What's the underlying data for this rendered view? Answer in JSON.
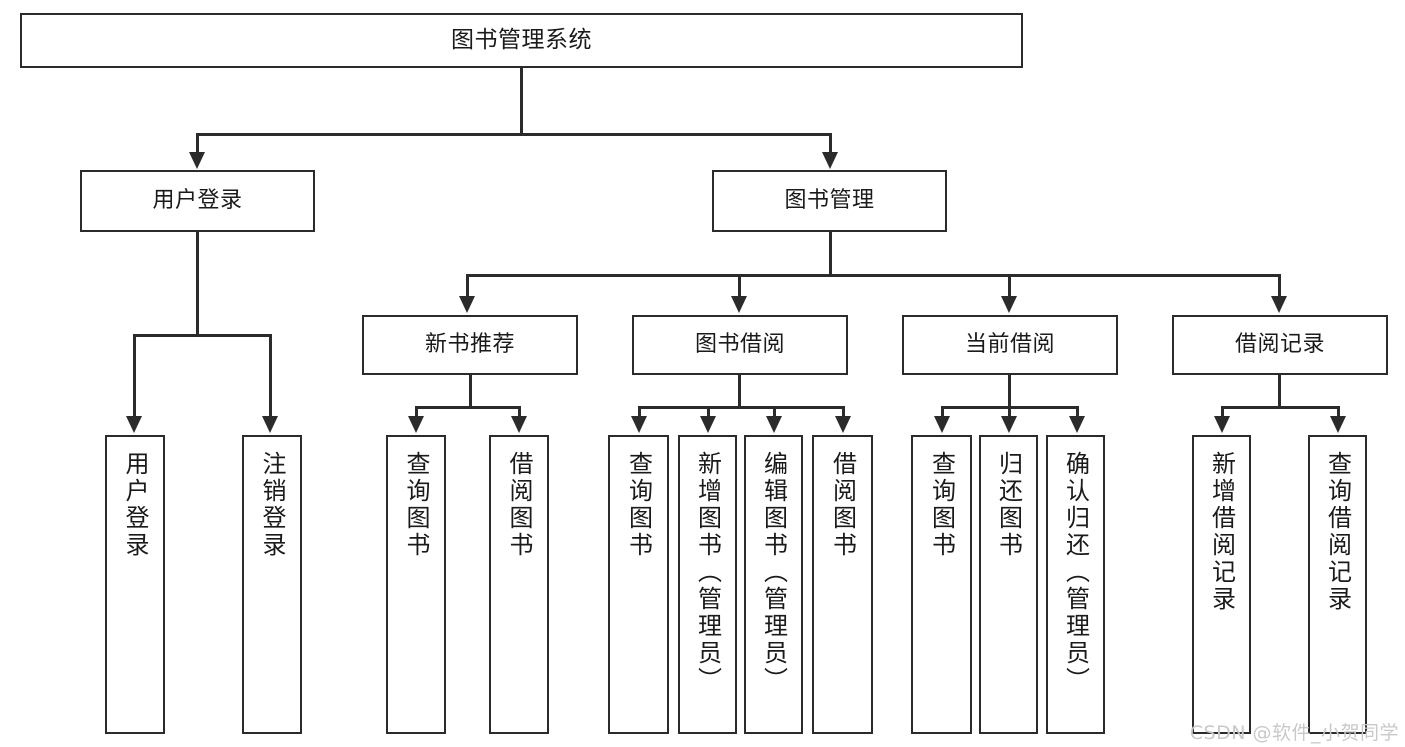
{
  "diagram": {
    "title": "图书管理系统",
    "type": "tree",
    "watermark": "CSDN @软件_小贺同学",
    "colors": {
      "box_border": "#2b2b2b",
      "box_fill": "#ffffff",
      "line": "#2b2b2b",
      "text": "#1a1a1a",
      "watermark": "#c9c9c9",
      "background": "#ffffff"
    },
    "root": {
      "label": "图书管理系统"
    },
    "level2": [
      {
        "label": "用户登录"
      },
      {
        "label": "图书管理"
      }
    ],
    "level3": [
      {
        "label": "新书推荐"
      },
      {
        "label": "图书借阅"
      },
      {
        "label": "当前借阅"
      },
      {
        "label": "借阅记录"
      }
    ],
    "leaves": {
      "user_login": [
        {
          "label": "用户登录"
        },
        {
          "label": "注销登录"
        }
      ],
      "new_book": [
        {
          "label": "查询图书"
        },
        {
          "label": "借阅图书"
        }
      ],
      "book_borrow": [
        {
          "label": "查询图书"
        },
        {
          "label": "新增图书（管理员）"
        },
        {
          "label": "编辑图书（管理员）"
        },
        {
          "label": "借阅图书"
        }
      ],
      "current_borrow": [
        {
          "label": "查询图书"
        },
        {
          "label": "归还图书"
        },
        {
          "label": "确认归还（管理员）"
        }
      ],
      "borrow_record": [
        {
          "label": "新增借阅记录"
        },
        {
          "label": "查询借阅记录"
        }
      ]
    }
  }
}
